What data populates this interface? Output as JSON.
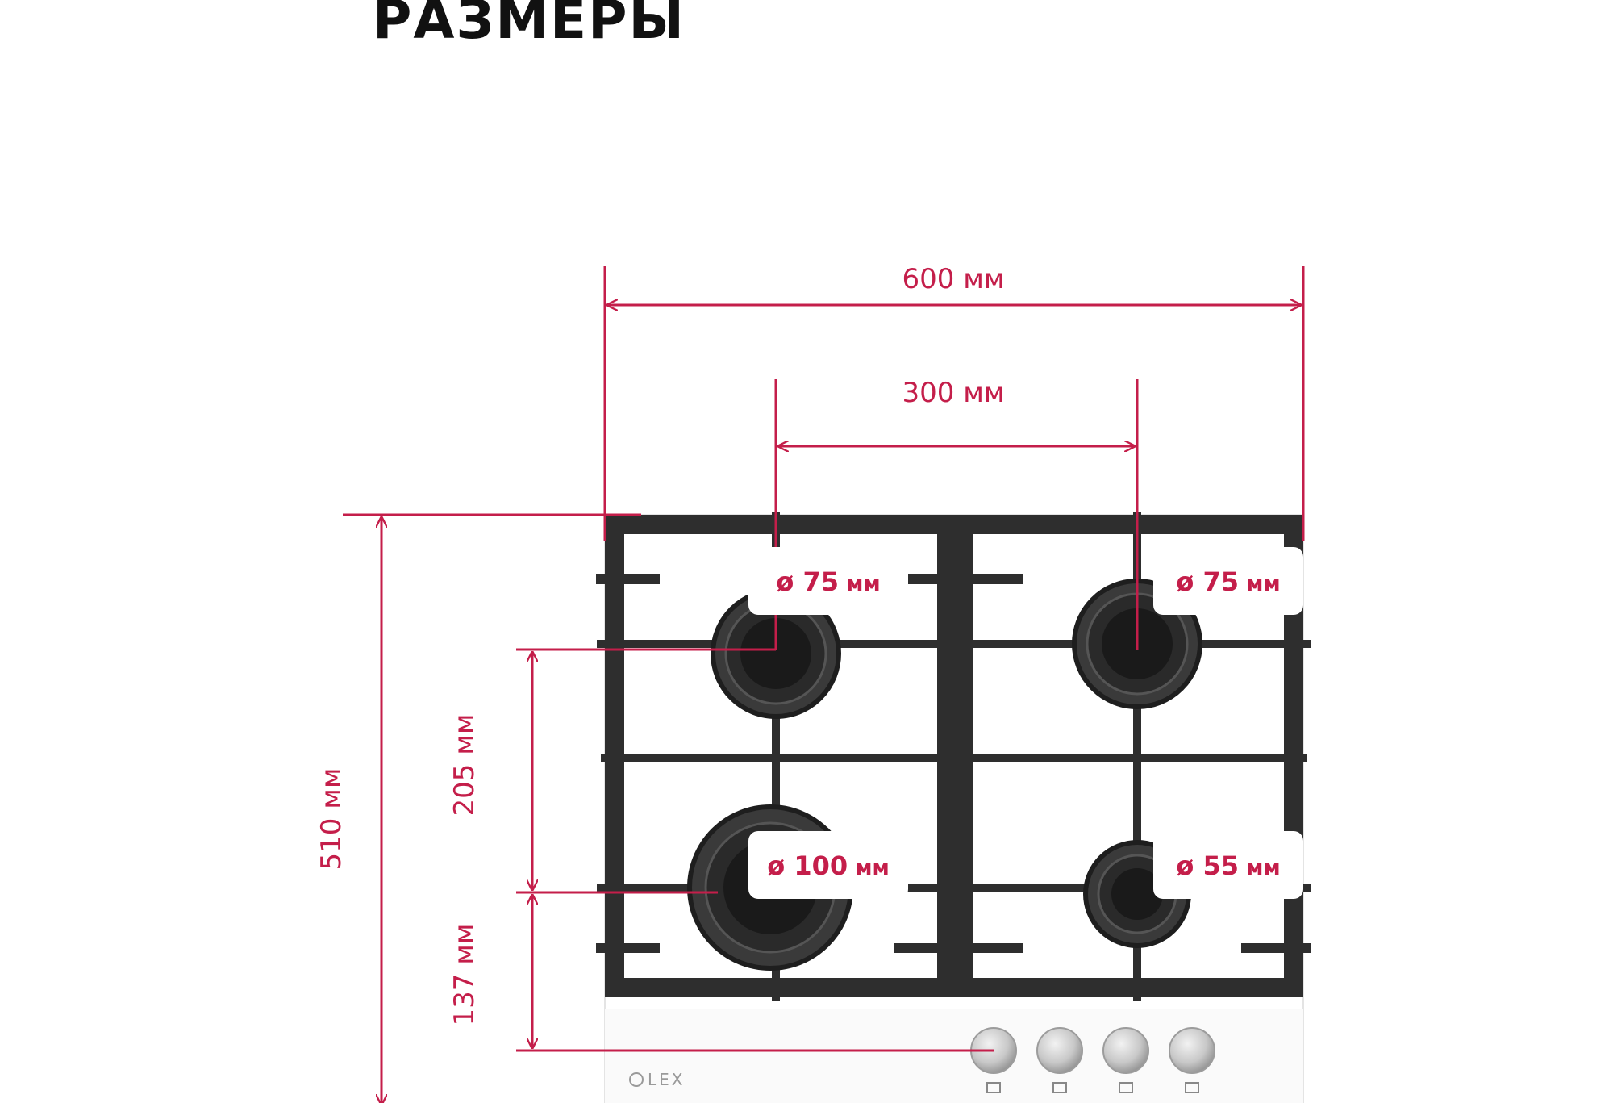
{
  "title": "РАЗМЕРЫ",
  "colors": {
    "accent": "#c41e4a",
    "grate": "#2e2e2e",
    "glass": "#ffffff",
    "title": "#111111"
  },
  "dimensions": {
    "width_total": "600 мм",
    "burner_spacing_horizontal": "300 мм",
    "depth_total": "510 мм",
    "burner_spacing_vertical": "205 мм",
    "front_offset": "137 мм"
  },
  "burners": [
    {
      "position": "rear-left",
      "symbol": "ø",
      "size": "75",
      "unit": "мм"
    },
    {
      "position": "rear-right",
      "symbol": "ø",
      "size": "75",
      "unit": "мм"
    },
    {
      "position": "front-left",
      "symbol": "ø",
      "size": "100",
      "unit": "мм"
    },
    {
      "position": "front-right",
      "symbol": "ø",
      "size": "55",
      "unit": "мм"
    }
  ],
  "brand": "LEX",
  "knobs_count": 4,
  "icons": [
    "knob-icon",
    "burner-indicator-icon",
    "lex-logo-icon",
    "arrow-icon"
  ]
}
